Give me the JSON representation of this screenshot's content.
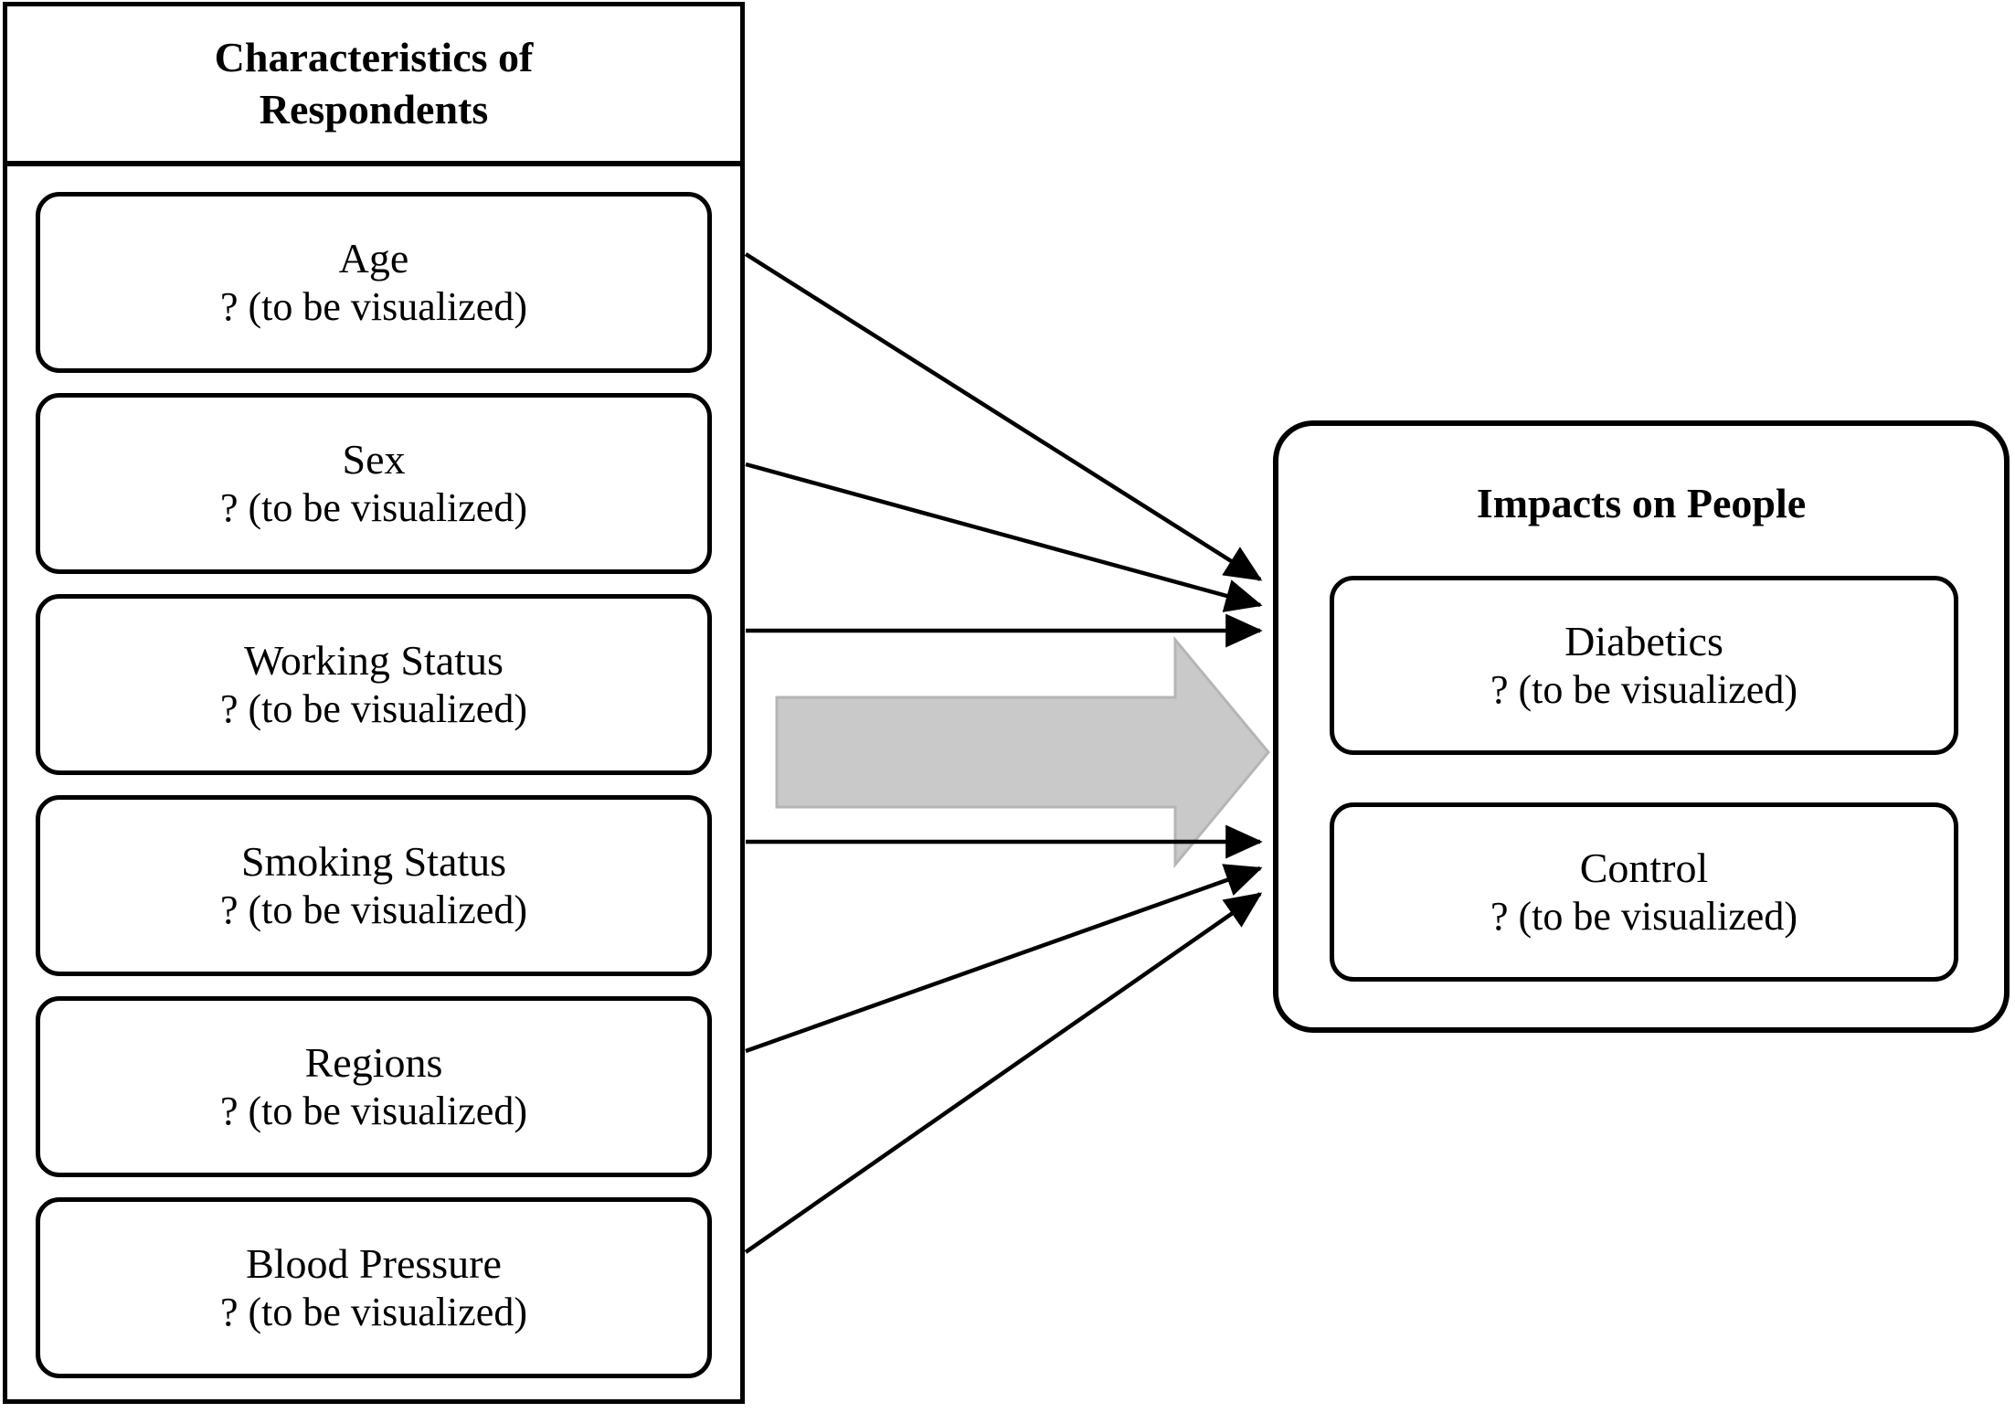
{
  "diagram": {
    "type": "conceptual-framework",
    "background_color": "#ffffff",
    "line_color": "#000000",
    "block_arrow_fill": "#c9c9c9",
    "block_arrow_stroke": "#b0b0b0"
  },
  "left_panel": {
    "title": "Characteristics of Respondents",
    "title_line1": "Characteristics of",
    "title_line2": "Respondents",
    "items": [
      {
        "label": "Age",
        "value": "? (to be visualized)"
      },
      {
        "label": "Sex",
        "value": "? (to be visualized)"
      },
      {
        "label": "Working Status",
        "value": "? (to be visualized)"
      },
      {
        "label": "Smoking Status",
        "value": "? (to be visualized)"
      },
      {
        "label": "Regions",
        "value": "? (to be visualized)"
      },
      {
        "label": "Blood Pressure",
        "value": "? (to be visualized)"
      }
    ]
  },
  "right_panel": {
    "title": "Impacts on People",
    "items": [
      {
        "label": "Diabetics",
        "value": "? (to be visualized)"
      },
      {
        "label": "Control",
        "value": "? (to be visualized)"
      }
    ]
  },
  "connectors": {
    "count": 6,
    "description": "Six thin arrows from the characteristics panel converge on the Impacts on People panel; three terminate near the Diabetics box and three near the Control box.",
    "block_arrow": "large gray block arrow pointing right from the characteristics panel to the impacts panel"
  }
}
